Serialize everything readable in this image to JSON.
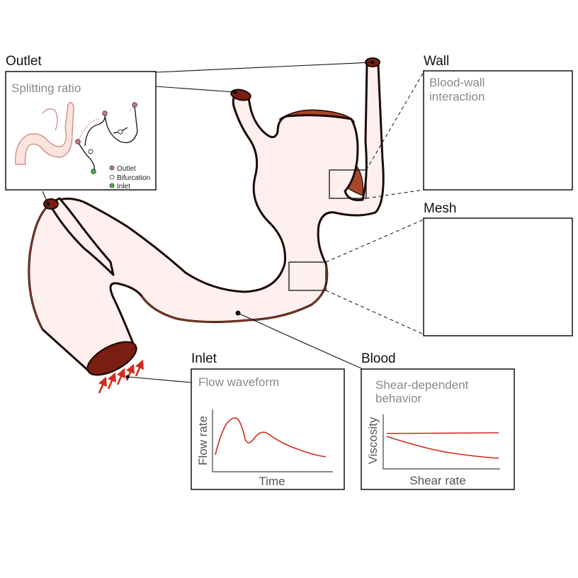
{
  "colors": {
    "vessel_fill": "#fdf0ee",
    "vessel_outline": "#1c0a05",
    "wall_brown": "#a8472a",
    "arrow_red": "#d42a1e",
    "panel_border": "#111111",
    "subtitle_gray": "#8a8a8a"
  },
  "panels": {
    "outlet": {
      "title": "Outlet",
      "subtitle": "Splitting ratio",
      "legend": [
        {
          "label": "Outlet",
          "color": "#c97a84"
        },
        {
          "label": "Bifurcation",
          "color": "#ffffff"
        },
        {
          "label": "Inlet",
          "color": "#4caf50"
        }
      ]
    },
    "wall": {
      "title": "Wall",
      "subtitle_line1": "Blood-wall",
      "subtitle_line2": "interaction"
    },
    "mesh": {
      "title": "Mesh"
    },
    "inlet": {
      "title": "Inlet",
      "subtitle": "Flow waveform",
      "x_label": "Time",
      "y_label": "Flow rate"
    },
    "blood": {
      "title": "Blood",
      "subtitle_line1": "Shear-dependent",
      "subtitle_line2": "behavior",
      "x_label": "Shear rate",
      "y_label": "Viscosity"
    }
  },
  "icons": [
    "inflow-arrow-icon",
    "wall-force-arrow-icon",
    "outlet-marker-icon"
  ]
}
